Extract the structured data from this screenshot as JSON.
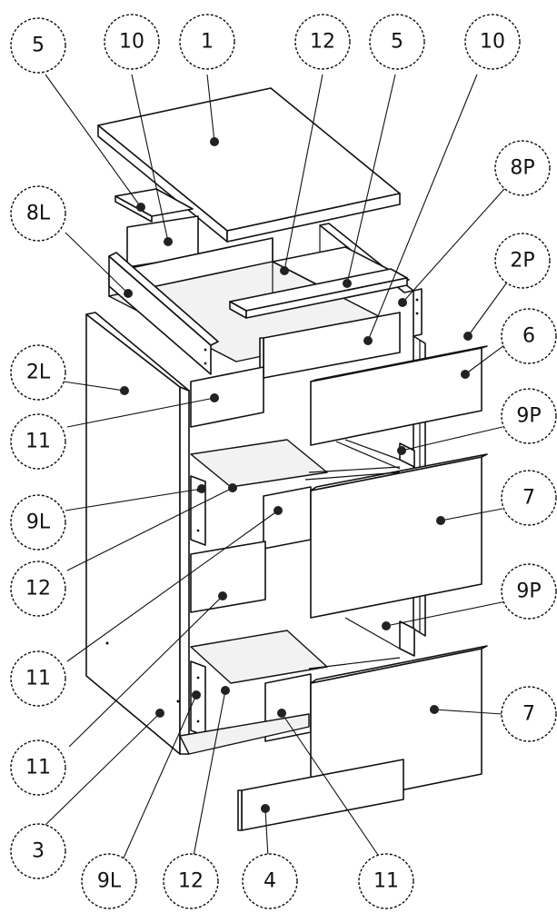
{
  "diagram": {
    "callouts": [
      {
        "id": "c1",
        "label": "5"
      },
      {
        "id": "c2",
        "label": "10"
      },
      {
        "id": "c3",
        "label": "1"
      },
      {
        "id": "c4",
        "label": "12"
      },
      {
        "id": "c5",
        "label": "5"
      },
      {
        "id": "c6",
        "label": "10"
      },
      {
        "id": "c7",
        "label": "8P"
      },
      {
        "id": "c8",
        "label": "8L"
      },
      {
        "id": "c9",
        "label": "2P"
      },
      {
        "id": "c10",
        "label": "2L"
      },
      {
        "id": "c11",
        "label": "6"
      },
      {
        "id": "c12",
        "label": "11"
      },
      {
        "id": "c13",
        "label": "9P"
      },
      {
        "id": "c14",
        "label": "9L"
      },
      {
        "id": "c15",
        "label": "7"
      },
      {
        "id": "c16",
        "label": "12"
      },
      {
        "id": "c17",
        "label": "9P"
      },
      {
        "id": "c18",
        "label": "11"
      },
      {
        "id": "c19",
        "label": "7"
      },
      {
        "id": "c20",
        "label": "11"
      },
      {
        "id": "c21",
        "label": "3"
      },
      {
        "id": "c22",
        "label": "9L"
      },
      {
        "id": "c23",
        "label": "12"
      },
      {
        "id": "c24",
        "label": "4"
      },
      {
        "id": "c25",
        "label": "11"
      }
    ]
  }
}
